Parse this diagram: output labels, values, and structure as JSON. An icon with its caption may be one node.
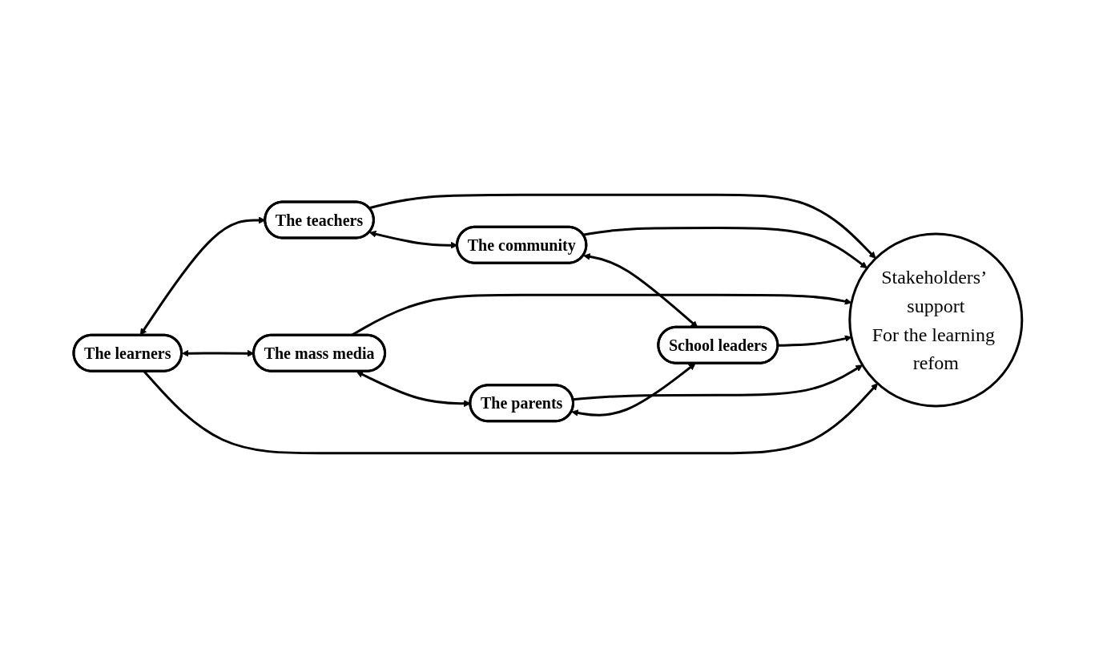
{
  "diagram": {
    "nodes": [
      {
        "text": [
          "The learners"
        ]
      },
      {
        "text": [
          "The teachers"
        ]
      },
      {
        "text": [
          "The mass media"
        ]
      },
      {
        "text": [
          "Stakeholders’ support",
          "For the learning refom"
        ]
      },
      {
        "text": [
          "The community"
        ]
      },
      {
        "text": [
          "The parents"
        ]
      },
      {
        "text": [
          "School  leaders"
        ]
      }
    ],
    "edges": [
      {
        "from": 0,
        "to": 1,
        "arrow": "both"
      },
      {
        "from": 0,
        "to": 2,
        "arrow": "both"
      },
      {
        "from": 0,
        "to": 3,
        "arrow": "to"
      },
      {
        "from": 1,
        "to": 3,
        "arrow": "to"
      },
      {
        "from": 1,
        "to": 4,
        "arrow": "both"
      },
      {
        "from": 2,
        "to": 3,
        "arrow": "to"
      },
      {
        "from": 4,
        "to": 3,
        "arrow": "to"
      },
      {
        "from": 2,
        "to": 5,
        "arrow": "both"
      },
      {
        "from": 5,
        "to": 3,
        "arrow": "to"
      },
      {
        "from": 6,
        "to": 3,
        "arrow": "to"
      },
      {
        "from": 5,
        "to": 6,
        "arrow": "both"
      },
      {
        "from": 4,
        "to": 6,
        "arrow": "both"
      }
    ]
  }
}
